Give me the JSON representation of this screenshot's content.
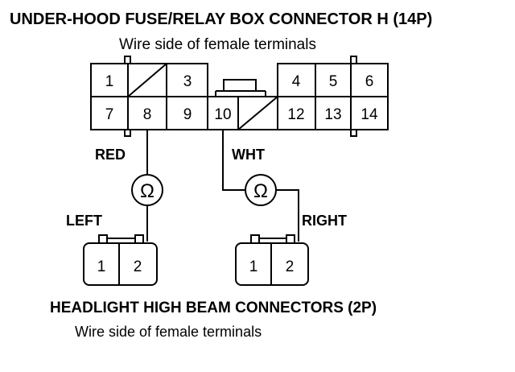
{
  "title": "UNDER-HOOD FUSE/RELAY BOX CONNECTOR H (14P)",
  "subtitle": "Wire side of female terminals",
  "main_connector": {
    "top_row": [
      "1",
      "",
      "3",
      "",
      "4",
      "5",
      "6"
    ],
    "bottom_row": [
      "7",
      "8",
      "9",
      "10",
      "",
      "12",
      "13",
      "14"
    ]
  },
  "wires": {
    "left_color": "RED",
    "right_color": "WHT"
  },
  "meter_symbol": "Ω",
  "connector_labels": {
    "left": "LEFT",
    "right": "RIGHT"
  },
  "headlight_connectors": {
    "left_pins": [
      "1",
      "2"
    ],
    "right_pins": [
      "1",
      "2"
    ]
  },
  "footer_title": "HEADLIGHT HIGH BEAM CONNECTORS (2P)",
  "footer_subtitle": "Wire side of female terminals"
}
